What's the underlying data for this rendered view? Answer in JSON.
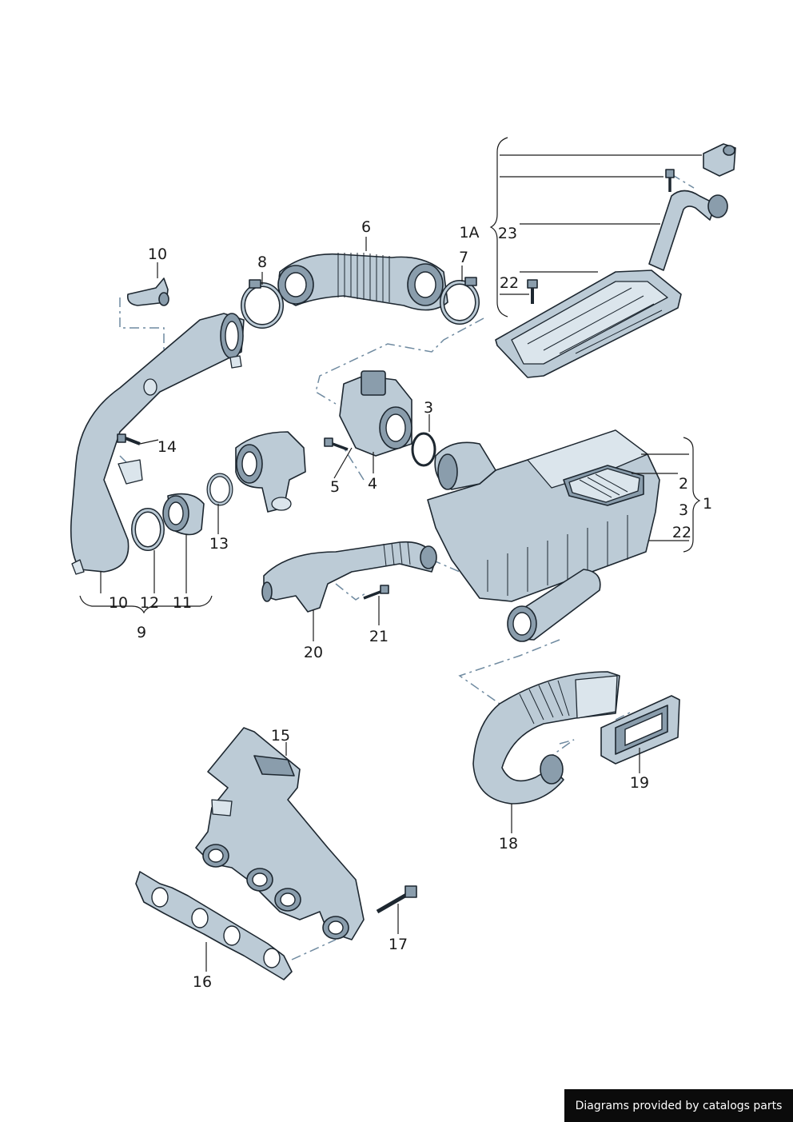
{
  "callouts": {
    "c1": "1",
    "c1a": "1A",
    "c2": "2",
    "c3_filter": "3",
    "c3_seal": "3",
    "c4": "4",
    "c5": "5",
    "c6": "6",
    "c7": "7",
    "c8": "8",
    "c9": "9",
    "c10_top": "10",
    "c10_bottom": "10",
    "c11": "11",
    "c12": "12",
    "c13": "13",
    "c14": "14",
    "c15": "15",
    "c16": "16",
    "c17": "17",
    "c18": "18",
    "c19": "19",
    "c20": "20",
    "c21": "21",
    "c22_top": "22",
    "c22_right": "22",
    "c23": "23"
  },
  "footer": {
    "credit": "Diagrams provided by catalogs parts"
  }
}
